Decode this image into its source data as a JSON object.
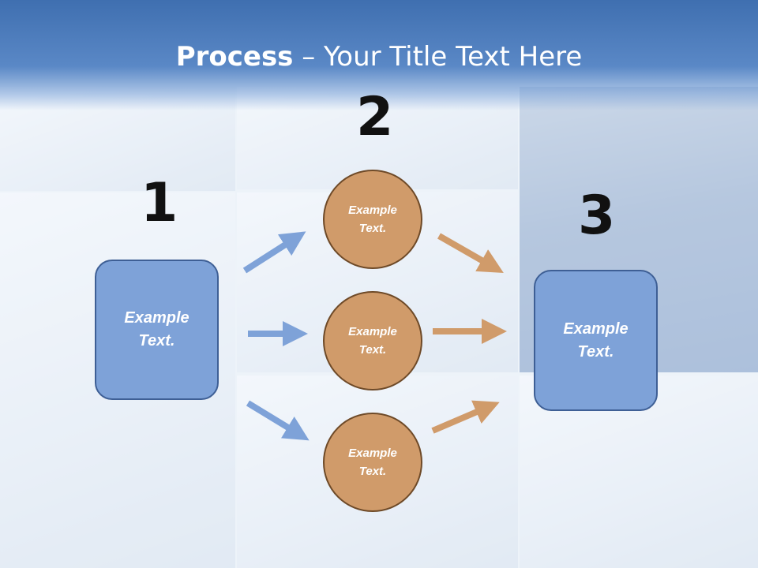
{
  "slide": {
    "title_bold": "Process",
    "title_rest": " – Your Title Text Here"
  },
  "steps": [
    {
      "number": "1",
      "box_text": "Example Text."
    },
    {
      "number": "2",
      "circles": [
        "Example Text.",
        "Example Text.",
        "Example Text."
      ]
    },
    {
      "number": "3",
      "box_text": "Example Text."
    }
  ],
  "colors": {
    "header": "#4a7cc0",
    "box_fill": "#7ea2d8",
    "box_border": "#3e5f95",
    "circle_fill": "#d09b6a",
    "circle_border": "#6e4a28",
    "arrow_blue": "#7ea2d8",
    "arrow_orange": "#d09b6a"
  }
}
